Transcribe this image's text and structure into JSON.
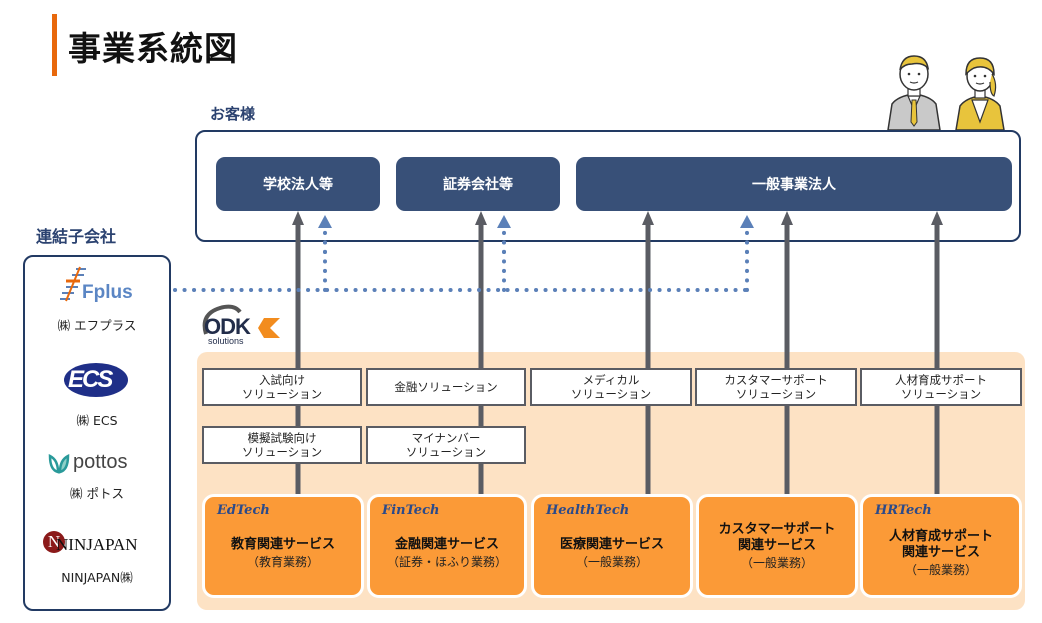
{
  "title": "事業系統図",
  "customers": {
    "label": "お客様",
    "segments": [
      "学校法人等",
      "証券会社等",
      "一般事業法人"
    ]
  },
  "subsidiaries": {
    "label": "連結子会社",
    "companies": [
      {
        "logo_text": "Fplus",
        "name": "㈱ エフプラス"
      },
      {
        "logo_text": "ECS",
        "name": "㈱ ECS"
      },
      {
        "logo_text": "pottos",
        "name": "㈱ ポトス"
      },
      {
        "logo_text": "NINJAPAN",
        "logo_initial": "N",
        "name": "NINJAPAN㈱"
      }
    ]
  },
  "parent": {
    "logo_text": "ODK",
    "logo_sub": "solutions"
  },
  "solutions": {
    "row1": [
      "入試向け\nソリューション",
      "金融ソリューション",
      "メディカル\nソリューション",
      "カスタマーサポート\nソリューション",
      "人材育成サポート\nソリューション"
    ],
    "row2": [
      "模擬試験向け\nソリューション",
      "マイナンバー\nソリューション"
    ]
  },
  "services": [
    {
      "tag": "EdTech",
      "title": "教育関連サービス",
      "sub": "（教育業務）"
    },
    {
      "tag": "FinTech",
      "title": "金融関連サービス",
      "sub": "（証券・ほふり業務）"
    },
    {
      "tag": "HealthTech",
      "title": "医療関連サービス",
      "sub": "（一般業務）"
    },
    {
      "tag": "",
      "title": "カスタマーサポート\n関連サービス",
      "sub": "（一般業務）"
    },
    {
      "tag": "HRTech",
      "title": "人材育成サポート\n関連サービス",
      "sub": "（一般業務）"
    }
  ],
  "colors": {
    "accent_orange": "#e8680c",
    "navy": "#385078",
    "navy_border": "#223a63",
    "service_orange": "#fb9a37",
    "odk_background": "#fde2c4",
    "arrow_gray": "#5a5c63",
    "dotted_blue": "#5b80b8"
  }
}
